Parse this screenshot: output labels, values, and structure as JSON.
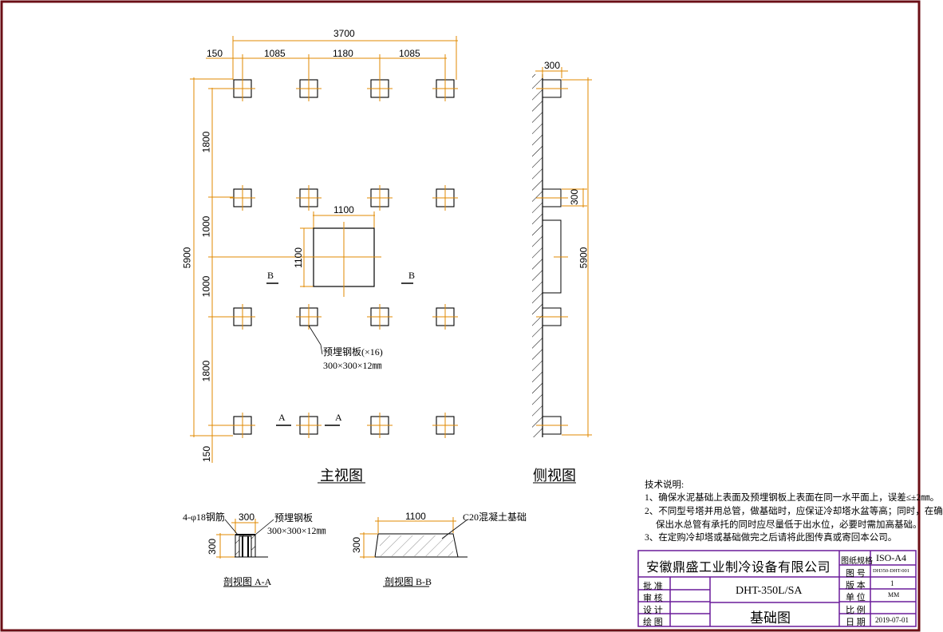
{
  "colors": {
    "frame": "#6b0f16",
    "dim": "#e08a00",
    "line": "#000000",
    "titleblock": "#6a1b9a"
  },
  "main_view": {
    "title": "主视图",
    "dims_top": {
      "overall": "3700",
      "seg1": "150",
      "seg2": "1085",
      "seg3": "1180",
      "seg4": "1085"
    },
    "dims_left": {
      "overall": "5900",
      "seg1": "1800",
      "seg2": "1000",
      "seg3": "1000",
      "seg4": "1800",
      "seg5": "150"
    },
    "center_plate": {
      "width": "1100",
      "height": "1100"
    },
    "section_b_left": "B",
    "section_b_right": "B",
    "section_a_left": "A",
    "section_a_right": "A",
    "plate_label_line1": "预埋钢板(×16)",
    "plate_label_line2": "300×300×12㎜"
  },
  "side_view": {
    "title": "侧视图",
    "dim_top": "300",
    "dim_plate": "300",
    "dim_overall": "5900"
  },
  "section_aa": {
    "title": "剖视图 A-A",
    "rebar_label": "4-φ18钢筋",
    "dim_width": "300",
    "dim_height": "300",
    "plate_label": "预埋钢板",
    "plate_size": "300×300×12㎜"
  },
  "section_bb": {
    "title": "剖视图 B-B",
    "dim_width": "1100",
    "dim_height": "300",
    "concrete_label": "C20混凝土基础"
  },
  "notes": {
    "heading": "技术说明:",
    "line1": "1、确保水泥基础上表面及预埋钢板上表面在同一水平面上，误差≤±2㎜。",
    "line2": "2、不同型号塔并用总管，做基础时，应保证冷却塔水盆等高；同时，在确",
    "line3": "保出水总管有承托的同时应尽量低于出水位，必要时需加高基础。",
    "line4": "3、在定购冷却塔或基础做完之后请将此图传真或寄回本公司。"
  },
  "title_block": {
    "company": "安徽鼎盛工业制冷设备有限公司",
    "model": "DHT-350L/SA",
    "drawing_name": "基础图",
    "label_approve": "批 准",
    "label_review": "审 核",
    "label_design": "设 计",
    "label_draw": "绘 图",
    "label_paper": "图纸规格",
    "value_paper": "ISO-A4",
    "label_number": "图 号",
    "value_number": "DH350-DHT-001",
    "label_version": "版 本",
    "value_version": "1",
    "label_unit": "单 位",
    "value_unit": "MM",
    "label_scale": "比 例",
    "value_scale": "",
    "label_date": "日 期",
    "value_date": "2019-07-01"
  }
}
